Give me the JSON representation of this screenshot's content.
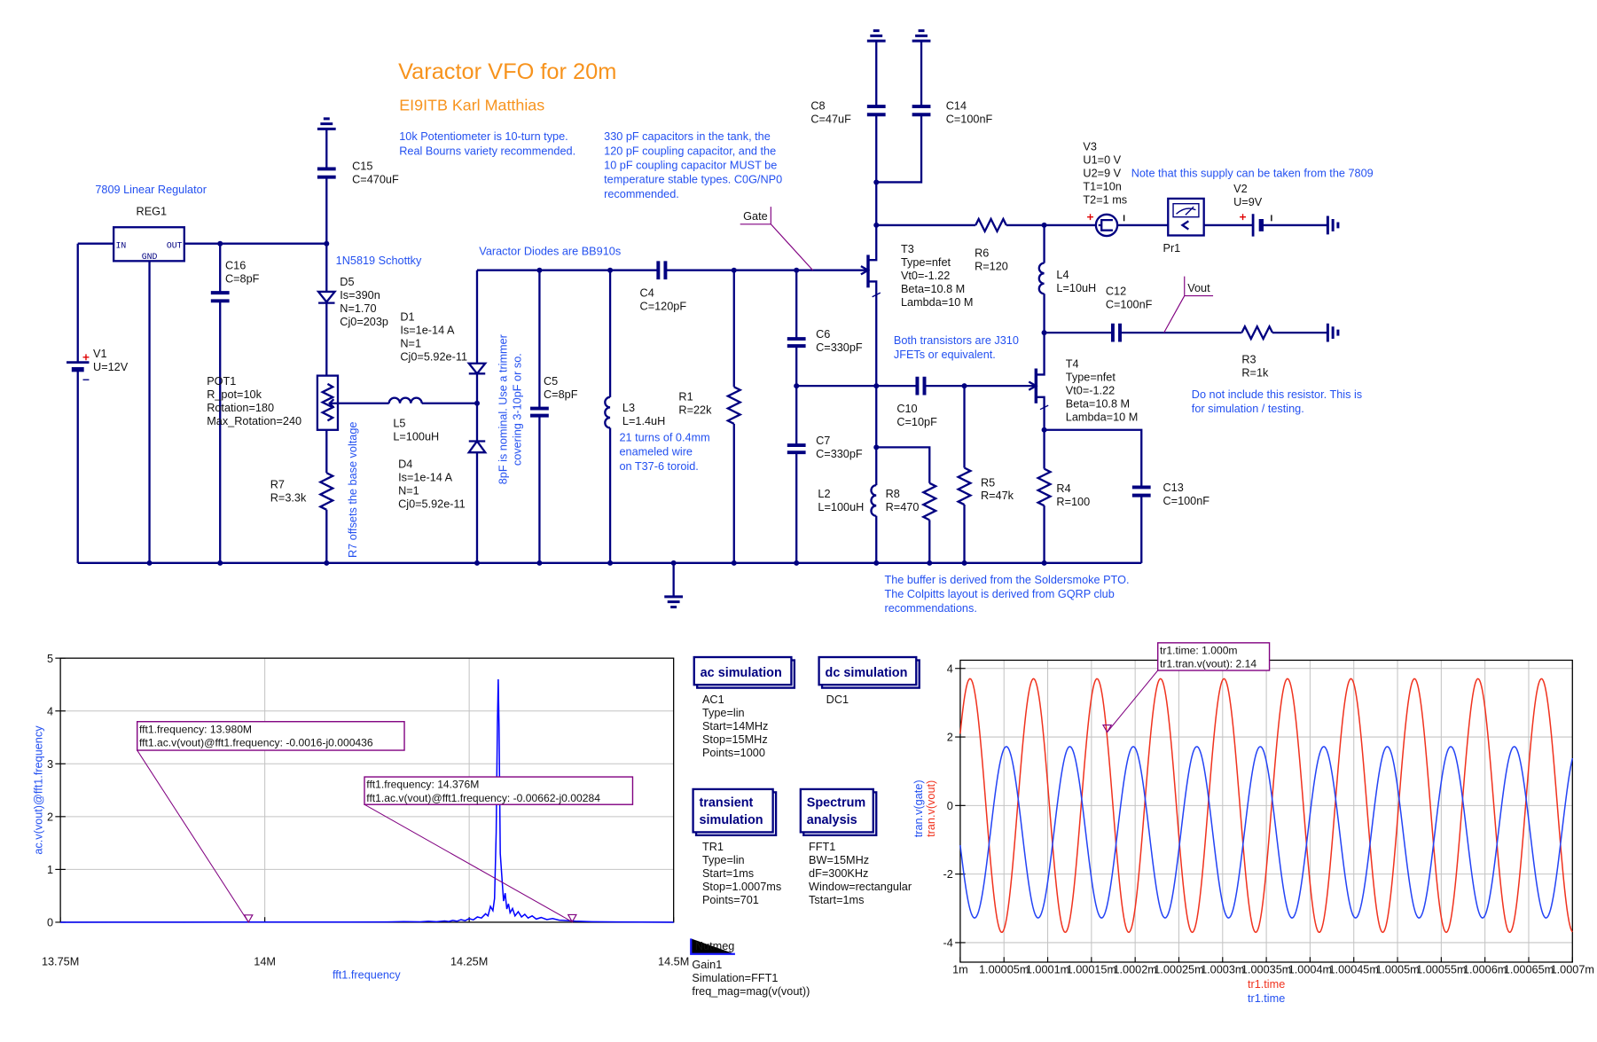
{
  "schematic": {
    "title": "Varactor VFO for 20m",
    "author": "EI9ITB Karl Matthias",
    "notes": {
      "potentiometer": [
        "10k Potentiometer is 10-turn type.",
        "Real Bourns variety recommended."
      ],
      "tank_capacitors": [
        "330 pF capacitors in the tank, the",
        "120 pF coupling capacitor, and the",
        "10 pF coupling capacitor MUST be",
        "temperature stable types. C0G/NP0",
        "recommended."
      ],
      "regulator": "7809 Linear Regulator",
      "schottky": "1N5819 Schottky",
      "varactors": "Varactor Diodes are BB910s",
      "trimmer": [
        "8pF is nominal. Use a trimmer",
        "covering 3-10pF or so."
      ],
      "r7_offset": "R7 offsets the base voltage",
      "l3_winding": [
        "21 turns of 0.4mm",
        "enameled wire",
        "on T37-6 toroid."
      ],
      "transistors": [
        "Both transistors are J310",
        "JFETs or equivalent."
      ],
      "supply": "Note that this supply can be taken from the 7809",
      "r3_test": [
        "Do not include this resistor. This is",
        "for simulation / testing."
      ],
      "credits": [
        "The buffer is derived from the Soldersmoke PTO.",
        "The Colpitts layout is derived from GQRP club",
        "recommendations."
      ]
    },
    "regulator_pins": {
      "in": "IN",
      "gnd": "GND",
      "out": "OUT"
    },
    "components": {
      "REG1": [
        "REG1"
      ],
      "V1": [
        "V1",
        "U=12V"
      ],
      "C16": [
        "C16",
        "C=8pF"
      ],
      "C15": [
        "C15",
        "C=470uF"
      ],
      "D5": [
        "D5",
        "Is=390n",
        "N=1.70",
        "Cj0=203p"
      ],
      "D1": [
        "D1",
        "Is=1e-14 A",
        "N=1",
        "Cj0=5.92e-11"
      ],
      "D4": [
        "D4",
        "Is=1e-14 A",
        "N=1",
        "Cj0=5.92e-11"
      ],
      "POT1": [
        "POT1",
        "R_pot=10k",
        "Rotation=180",
        "Max_Rotation=240"
      ],
      "L5": [
        "L5",
        "L=100uH"
      ],
      "R7": [
        "R7",
        "R=3.3k"
      ],
      "C5": [
        "C5",
        "C=8pF"
      ],
      "L3": [
        "L3",
        "L=1.4uH"
      ],
      "R1": [
        "R1",
        "R=22k"
      ],
      "C4": [
        "C4",
        "C=120pF"
      ],
      "C6": [
        "C6",
        "C=330pF"
      ],
      "C7": [
        "C7",
        "C=330pF"
      ],
      "C8": [
        "C8",
        "C=47uF"
      ],
      "C14": [
        "C14",
        "C=100nF"
      ],
      "T3": [
        "T3",
        "Type=nfet",
        "Vt0=-1.22",
        "Beta=10.8 M",
        "Lambda=10 M"
      ],
      "R6": [
        "R6",
        "R=120"
      ],
      "L4": [
        "L4",
        "L=10uH"
      ],
      "C12": [
        "C12",
        "C=100nF"
      ],
      "V3": [
        "V3",
        "U1=0 V",
        "U2=9 V",
        "T1=10n",
        "T2=1 ms"
      ],
      "Pr1": [
        "Pr1"
      ],
      "V2": [
        "V2",
        "U=9V"
      ],
      "R3": [
        "R3",
        "R=1k"
      ],
      "T4": [
        "T4",
        "Type=nfet",
        "Vt0=-1.22",
        "Beta=10.8 M",
        "Lambda=10 M"
      ],
      "C10": [
        "C10",
        "C=10pF"
      ],
      "L2": [
        "L2",
        "L=100uH"
      ],
      "R8": [
        "R8",
        "R=470"
      ],
      "R5": [
        "R5",
        "R=47k"
      ],
      "R4": [
        "R4",
        "R=100"
      ],
      "C13": [
        "C13",
        "C=100nF"
      ]
    },
    "probes": {
      "gate": "Gate",
      "vout": "Vout"
    },
    "colors": {
      "wire": "#000080",
      "note": "#2350f0",
      "title": "#f7931d",
      "marker": "#800080"
    }
  },
  "simulations": {
    "ac": {
      "header": "ac simulation",
      "lines": [
        "AC1",
        "Type=lin",
        "Start=14MHz",
        "Stop=15MHz",
        "Points=1000"
      ]
    },
    "dc": {
      "header": "dc simulation",
      "lines": [
        "DC1"
      ]
    },
    "transient": {
      "header": [
        "transient",
        "simulation"
      ],
      "lines": [
        "TR1",
        "Type=lin",
        "Start=1ms",
        "Stop=1.0007ms",
        "Points=701"
      ]
    },
    "spectrum": {
      "header": [
        "Spectrum",
        "analysis"
      ],
      "lines": [
        "FFT1",
        "BW=15MHz",
        "dF=300KHz",
        "Window=rectangular",
        "Tstart=1ms"
      ]
    },
    "nutmeg": {
      "header": "Nutmeg",
      "lines": [
        "Gain1",
        "Simulation=FFT1",
        "freq_mag=mag(v(vout))"
      ]
    }
  },
  "chart_data": [
    {
      "id": "fft",
      "type": "line",
      "title": "",
      "xlabel": "fft1.frequency",
      "ylabel": "ac.v(vout)@fft1.frequency",
      "x_unit": "MHz",
      "xlim": [
        13.75,
        14.5
      ],
      "ylim": [
        0,
        5
      ],
      "x_ticks": [
        13.75,
        14.0,
        14.25,
        14.5
      ],
      "x_tick_labels": [
        "13.75M",
        "14M",
        "14.25M",
        "14.5M"
      ],
      "y_ticks": [
        0,
        1,
        2,
        3,
        4,
        5
      ],
      "y_tick_labels": [
        "0",
        "1",
        "2",
        "3",
        "4",
        "5"
      ],
      "grid": true,
      "legend": "none",
      "series": [
        {
          "name": "ac.v(vout)@fft1.frequency",
          "color": "#0000ff",
          "x": [
            13.75,
            13.9,
            14.0,
            14.1,
            14.15,
            14.17,
            14.19,
            14.2,
            14.21,
            14.22,
            14.225,
            14.23,
            14.235,
            14.24,
            14.245,
            14.25,
            14.255,
            14.26,
            14.265,
            14.27,
            14.273,
            14.276,
            14.279,
            14.281,
            14.283,
            14.2845,
            14.2855,
            14.2865,
            14.288,
            14.29,
            14.292,
            14.294,
            14.296,
            14.298,
            14.3,
            14.303,
            14.306,
            14.31,
            14.314,
            14.318,
            14.322,
            14.327,
            14.332,
            14.338,
            14.345,
            14.352,
            14.36,
            14.37,
            14.38,
            14.4,
            14.43,
            14.46,
            14.5
          ],
          "y": [
            0,
            0.002,
            0.003,
            0.004,
            0.006,
            0.012,
            0.008,
            0.018,
            0.01,
            0.025,
            0.015,
            0.035,
            0.02,
            0.05,
            0.03,
            0.07,
            0.045,
            0.1,
            0.08,
            0.16,
            0.12,
            0.3,
            0.22,
            0.45,
            1.7,
            3.75,
            4.6,
            3.7,
            1.3,
            0.85,
            0.4,
            0.55,
            0.25,
            0.35,
            0.18,
            0.26,
            0.12,
            0.2,
            0.1,
            0.15,
            0.08,
            0.12,
            0.06,
            0.09,
            0.05,
            0.07,
            0.04,
            0.03,
            0.02,
            0.01,
            0.005,
            0.003,
            0
          ]
        }
      ],
      "markers": [
        {
          "x": 13.98,
          "y": 0.00166,
          "lines": [
            "fft1.frequency: 13.980M",
            "fft1.ac.v(vout)@fft1.frequency: -0.0016-j0.000436"
          ]
        },
        {
          "x": 14.376,
          "y": 0.0072,
          "lines": [
            "fft1.frequency: 14.376M",
            "fft1.ac.v(vout)@fft1.frequency: -0.00662-j0.00284"
          ]
        }
      ]
    },
    {
      "id": "transient",
      "type": "line",
      "title": "",
      "xlabels": [
        {
          "text": "tr1.time",
          "color": "#f0321e"
        },
        {
          "text": "tr1.time",
          "color": "#2350f0"
        }
      ],
      "ylabels": [
        {
          "text": "tran.v(gate)",
          "color": "#2350f0"
        },
        {
          "text": "tran.v(vout)",
          "color": "#f0321e"
        }
      ],
      "x_unit": "s",
      "xlim": [
        0.001,
        0.0010007
      ],
      "ylim": [
        -4.57,
        4.24
      ],
      "x_ticks": [
        0.001,
        0.00100005,
        0.0010001,
        0.00100015,
        0.0010002,
        0.00100025,
        0.0010003,
        0.00100035,
        0.0010004,
        0.00100045,
        0.0010005,
        0.00100055,
        0.0010006,
        0.00100065,
        0.0010007
      ],
      "x_tick_labels": [
        "1m",
        "1.00005m",
        "1.0001m",
        "1.00015m",
        "1.0002m",
        "1.00025m",
        "1.0003m",
        "1.00035m",
        "1.0004m",
        "1.00045m",
        "1.0005m",
        "1.00055m",
        "1.0006m",
        "1.00065m",
        "1.0007m"
      ],
      "y_ticks": [
        -4,
        -2,
        0,
        2,
        4
      ],
      "y_tick_labels": [
        "-4",
        "-2",
        "0",
        "2",
        "4"
      ],
      "grid": true,
      "legend": "none",
      "series": [
        {
          "name": "tran.v(vout)",
          "color": "#f0321e",
          "model": "sine",
          "amplitude": 3.7,
          "offset": 0.0,
          "period_s": 7.26e-08,
          "first_peak_s": 0.0010000112,
          "samples": 701
        },
        {
          "name": "tran.v(gate)",
          "color": "#2343f5",
          "model": "sine",
          "amplitude": 2.5,
          "offset": -0.78,
          "period_s": 7.26e-08,
          "first_peak_s": 0.0010000527,
          "samples": 701
        }
      ],
      "markers": [
        {
          "x": 0.001000168,
          "y": 2.14,
          "lines": [
            "tr1.time: 1.000m",
            "tr1.tran.v(vout): 2.14"
          ]
        }
      ]
    }
  ]
}
